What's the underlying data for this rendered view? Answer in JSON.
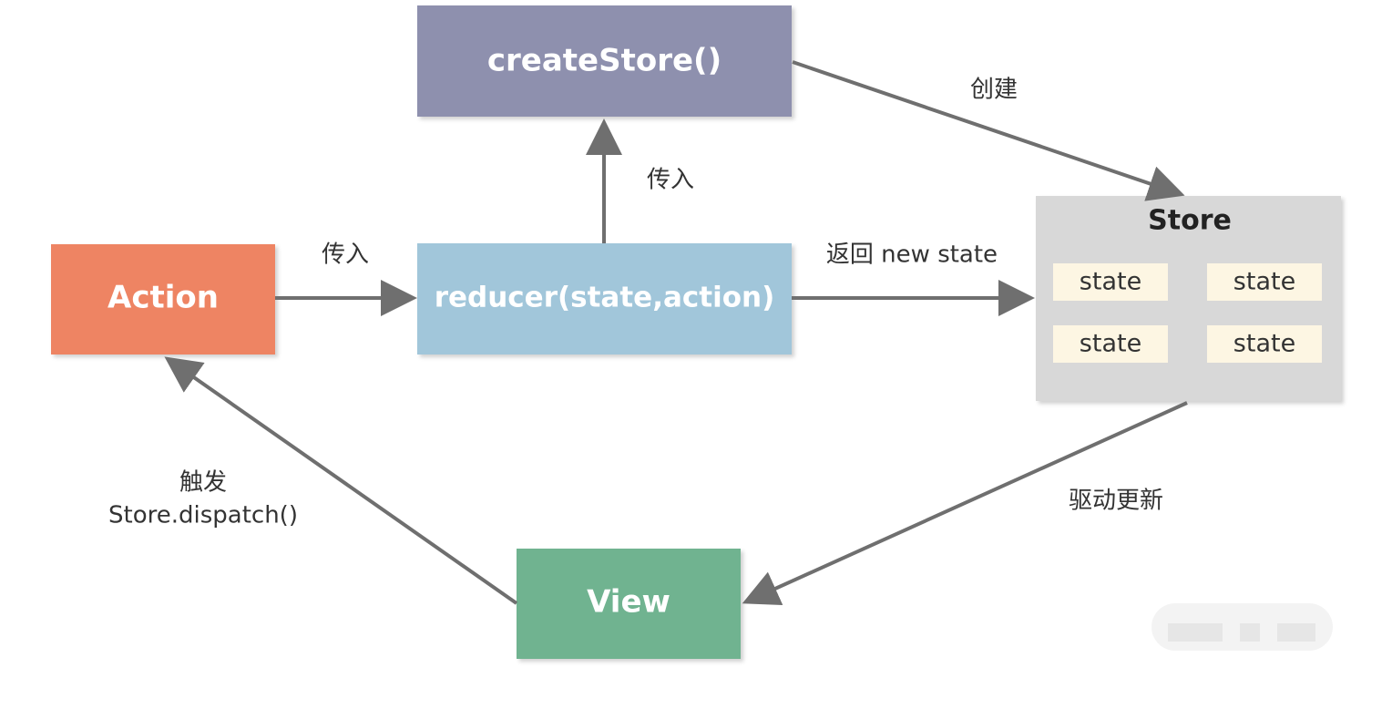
{
  "nodes": {
    "create_store": {
      "label": "createStore()",
      "color": "#8e90ae"
    },
    "action": {
      "label": "Action",
      "color": "#ee8464"
    },
    "reducer": {
      "label": "reducer(state,action)",
      "color": "#a1c6da"
    },
    "store": {
      "label": "Store",
      "color": "#d8d8d8",
      "states": [
        "state",
        "state",
        "state",
        "state"
      ],
      "state_color": "#fdf6e3"
    },
    "view": {
      "label": "View",
      "color": "#6fb390"
    }
  },
  "edges": {
    "action_to_reducer": "传入",
    "reducer_to_create_store": "传入",
    "create_store_to_store": "创建",
    "reducer_to_store": "返回 new state",
    "store_to_view": "驱动更新",
    "view_to_action_line1": "触发",
    "view_to_action_line2": "Store.dispatch()"
  },
  "colors": {
    "arrow": "#6f6f6f",
    "node_text": "#ffffff",
    "store_text": "#222222",
    "edge_text": "#333333"
  }
}
